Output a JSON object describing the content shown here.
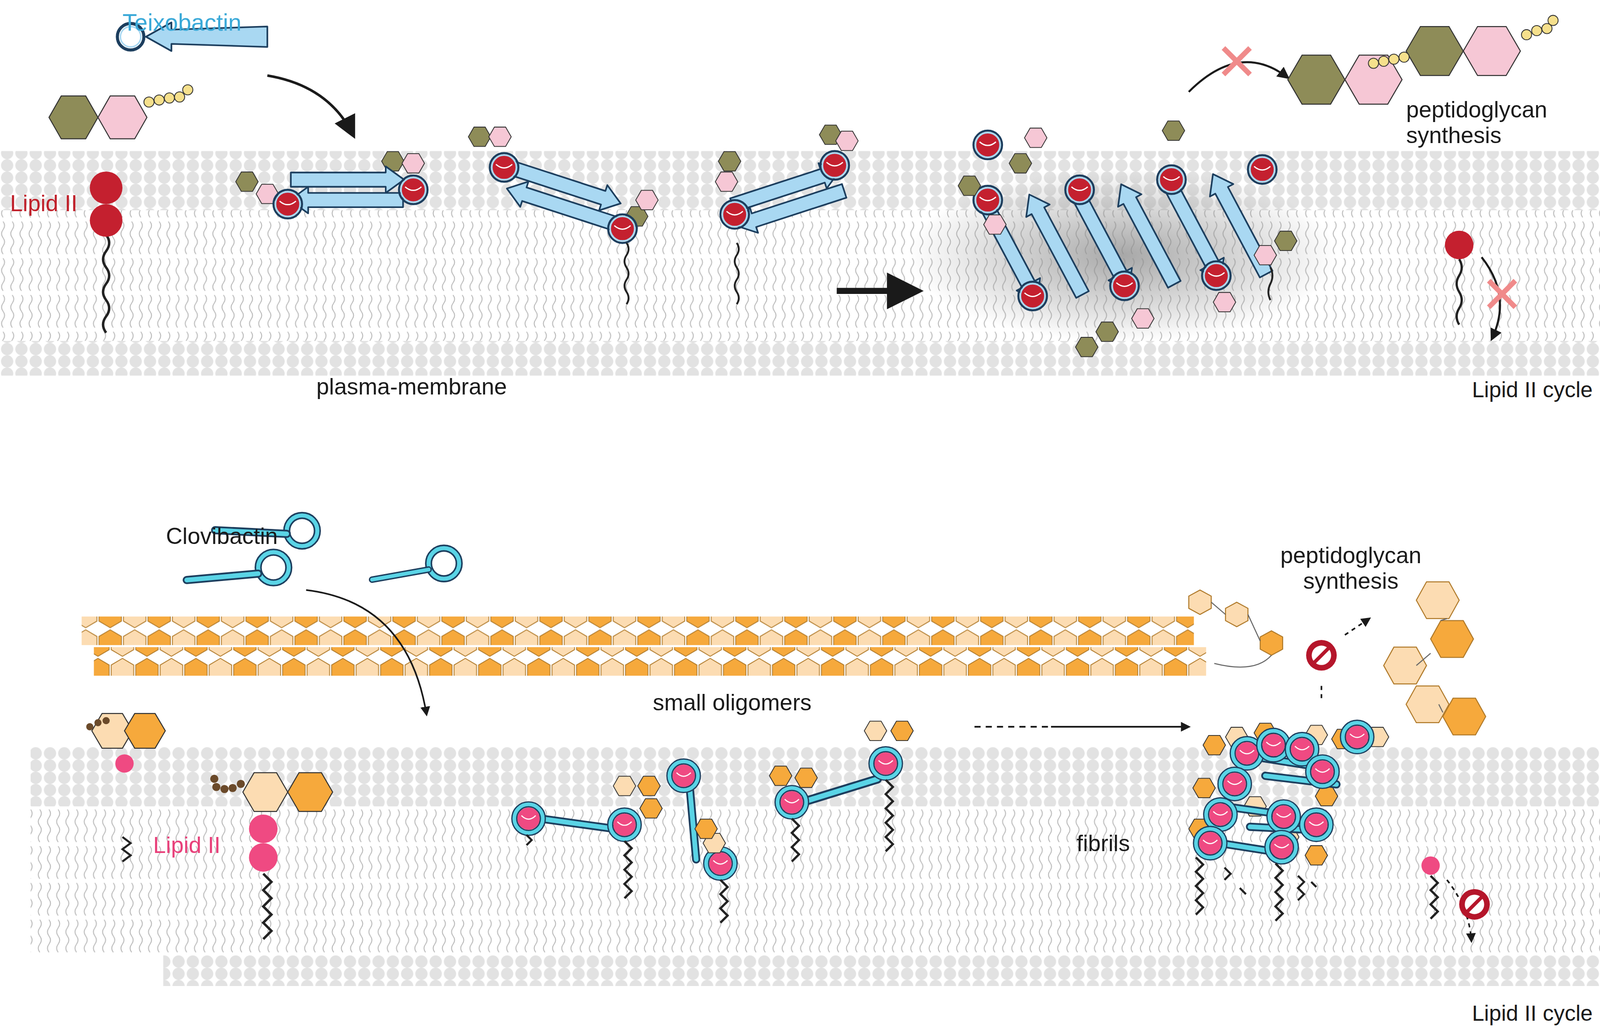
{
  "diagram": {
    "labels": [
      "Teixobactin",
      "Lipid II",
      "plasma-membrane",
      "peptidoglycan synthesis",
      "Lipid II cycle",
      "Clovibactin",
      "small oligomers",
      "peptidoglycan synthesis",
      "fibrils",
      "Lipid II",
      "Lipid II cycle"
    ]
  }
}
